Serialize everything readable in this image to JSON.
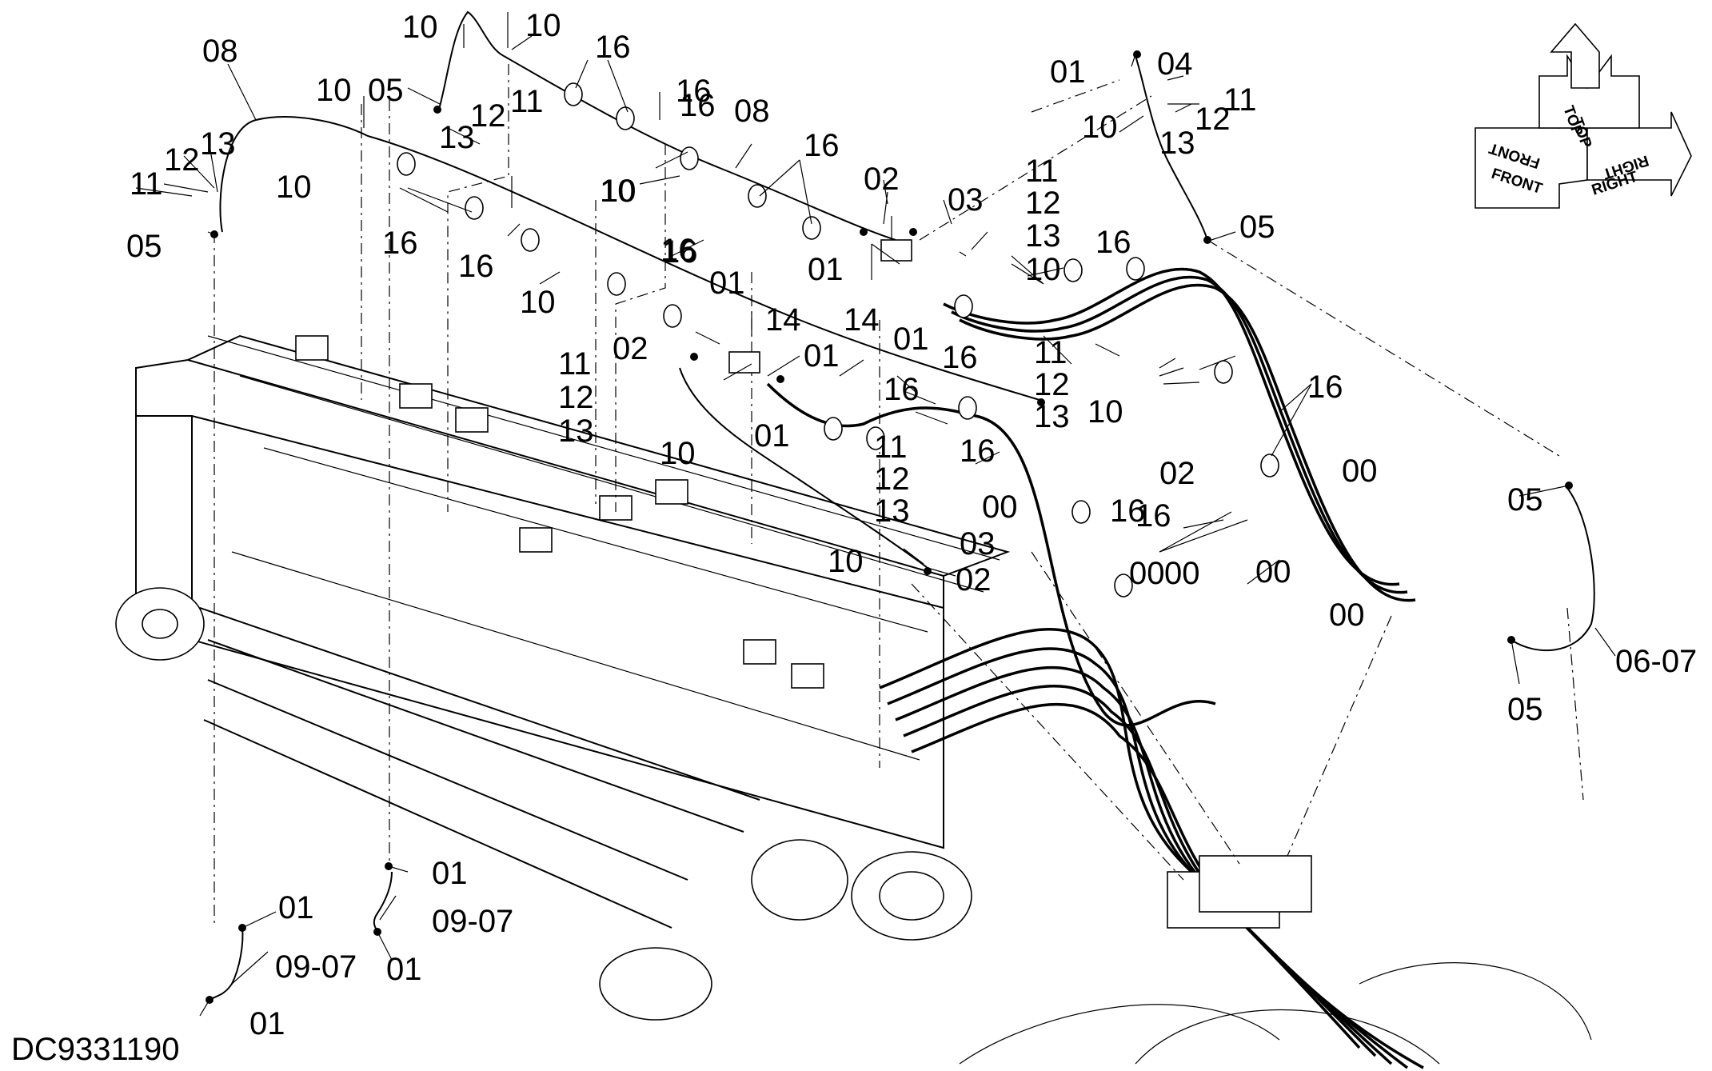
{
  "drawing_code": "DC9331190",
  "orientation_badge": {
    "top": "TOP",
    "front": "FRONT",
    "right": "RIGHT"
  },
  "callouts": [
    "08",
    "10",
    "10",
    "10",
    "05",
    "13",
    "12",
    "11",
    "13",
    "12",
    "11",
    "10",
    "05",
    "16",
    "16",
    "10",
    "16",
    "16",
    "16",
    "10",
    "08",
    "16",
    "16",
    "10",
    "16",
    "01",
    "04",
    "11",
    "12",
    "13",
    "10",
    "05",
    "02",
    "03",
    "11",
    "12",
    "13",
    "10",
    "01",
    "14",
    "01",
    "16",
    "16",
    "01",
    "14",
    "02",
    "01",
    "01",
    "11",
    "12",
    "13",
    "10",
    "16",
    "16",
    "11",
    "12",
    "13",
    "10",
    "02",
    "16",
    "00",
    "00",
    "00",
    "00",
    "11",
    "12",
    "13",
    "10",
    "03",
    "02",
    "00",
    "16",
    "00",
    "16",
    "05",
    "06-07",
    "05",
    "01",
    "09-07",
    "01",
    "01",
    "09-07",
    "01"
  ]
}
